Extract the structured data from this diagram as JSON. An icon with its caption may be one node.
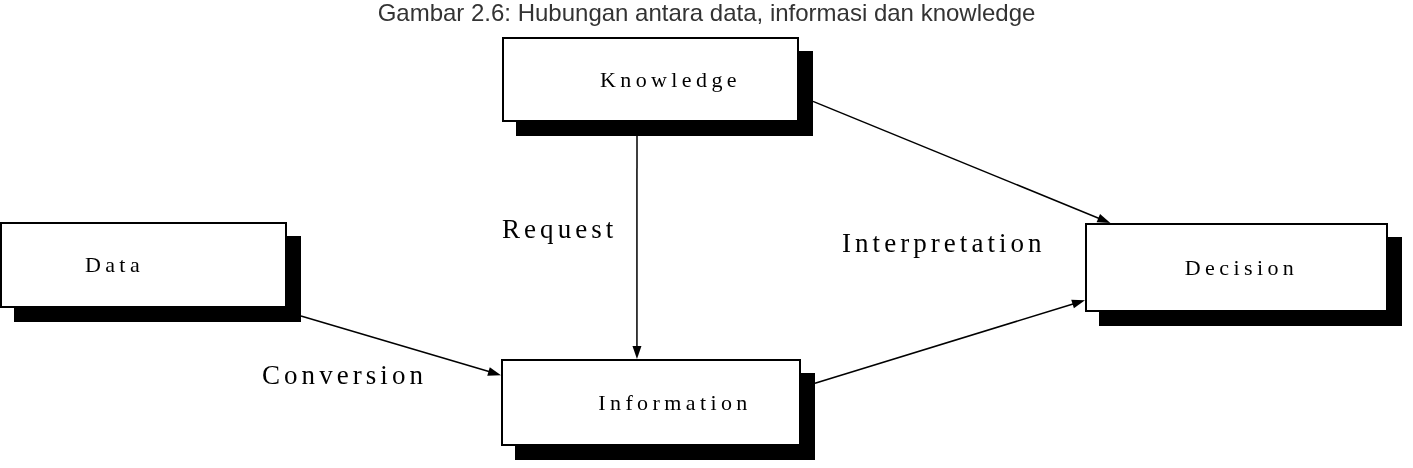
{
  "diagram": {
    "caption": "Gambar 2.6: Hubungan antara data, informasi dan knowledge",
    "nodes": [
      {
        "text": [
          "Knowledge"
        ]
      },
      {
        "text": [
          "Data"
        ]
      },
      {
        "text": [
          "Decision"
        ]
      },
      {
        "text": [
          "Information"
        ]
      }
    ],
    "edges": [
      {
        "from": 0,
        "to": 3,
        "arrow": "to",
        "label": "Request"
      },
      {
        "from": 1,
        "to": 3,
        "arrow": "to",
        "label": "Conversion"
      },
      {
        "from": 0,
        "to": 2,
        "arrow": "to"
      },
      {
        "from": 3,
        "to": 2,
        "arrow": "to"
      }
    ],
    "labels": [
      "Interpretation"
    ]
  }
}
